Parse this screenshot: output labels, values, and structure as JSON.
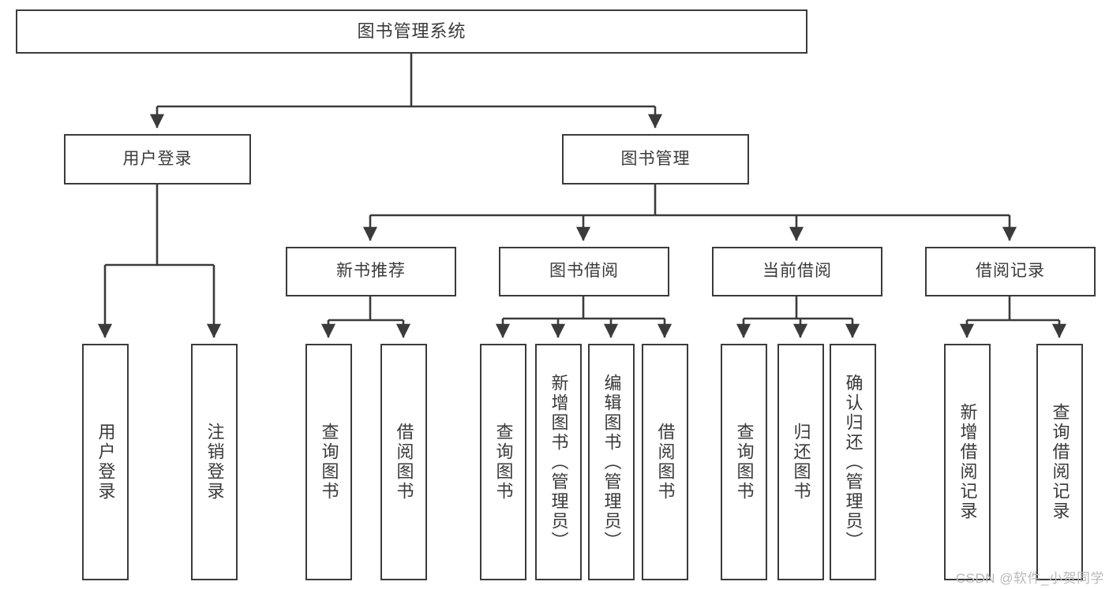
{
  "diagram": {
    "type": "tree-hierarchy",
    "title": "图书管理系统",
    "root": {
      "id": "root",
      "label": "图书管理系统"
    },
    "level1": [
      {
        "id": "user-login",
        "label": "用户登录"
      },
      {
        "id": "book-manage",
        "label": "图书管理"
      }
    ],
    "level2": [
      {
        "id": "new-book-recommend",
        "label": "新书推荐",
        "parent": "book-manage"
      },
      {
        "id": "book-borrow",
        "label": "图书借阅",
        "parent": "book-manage"
      },
      {
        "id": "current-borrow",
        "label": "当前借阅",
        "parent": "book-manage"
      },
      {
        "id": "borrow-record",
        "label": "借阅记录",
        "parent": "book-manage"
      }
    ],
    "leaves": [
      {
        "id": "leaf-user-login",
        "label": "用户登录",
        "parent": "user-login"
      },
      {
        "id": "leaf-logout",
        "label": "注销登录",
        "parent": "user-login"
      },
      {
        "id": "leaf-query-book-1",
        "label": "查询图书",
        "parent": "new-book-recommend"
      },
      {
        "id": "leaf-borrow-book-1",
        "label": "借阅图书",
        "parent": "new-book-recommend"
      },
      {
        "id": "leaf-query-book-2",
        "label": "查询图书",
        "parent": "book-borrow"
      },
      {
        "id": "leaf-add-book",
        "label": "新增图书（管理员）",
        "parent": "book-borrow"
      },
      {
        "id": "leaf-edit-book",
        "label": "编辑图书（管理员）",
        "parent": "book-borrow"
      },
      {
        "id": "leaf-borrow-book-2",
        "label": "借阅图书",
        "parent": "book-borrow"
      },
      {
        "id": "leaf-query-book-3",
        "label": "查询图书",
        "parent": "current-borrow"
      },
      {
        "id": "leaf-return-book",
        "label": "归还图书",
        "parent": "current-borrow"
      },
      {
        "id": "leaf-confirm-return",
        "label": "确认归还（管理员）",
        "parent": "current-borrow"
      },
      {
        "id": "leaf-add-record",
        "label": "新增借阅记录",
        "parent": "borrow-record"
      },
      {
        "id": "leaf-query-record",
        "label": "查询借阅记录",
        "parent": "borrow-record"
      }
    ],
    "watermark": "CSDN @软件_小贺同学",
    "colors": {
      "stroke": "#3b3b3b",
      "text": "#3a3a3a",
      "background": "#ffffff",
      "watermark": "#b9b9b9"
    }
  }
}
